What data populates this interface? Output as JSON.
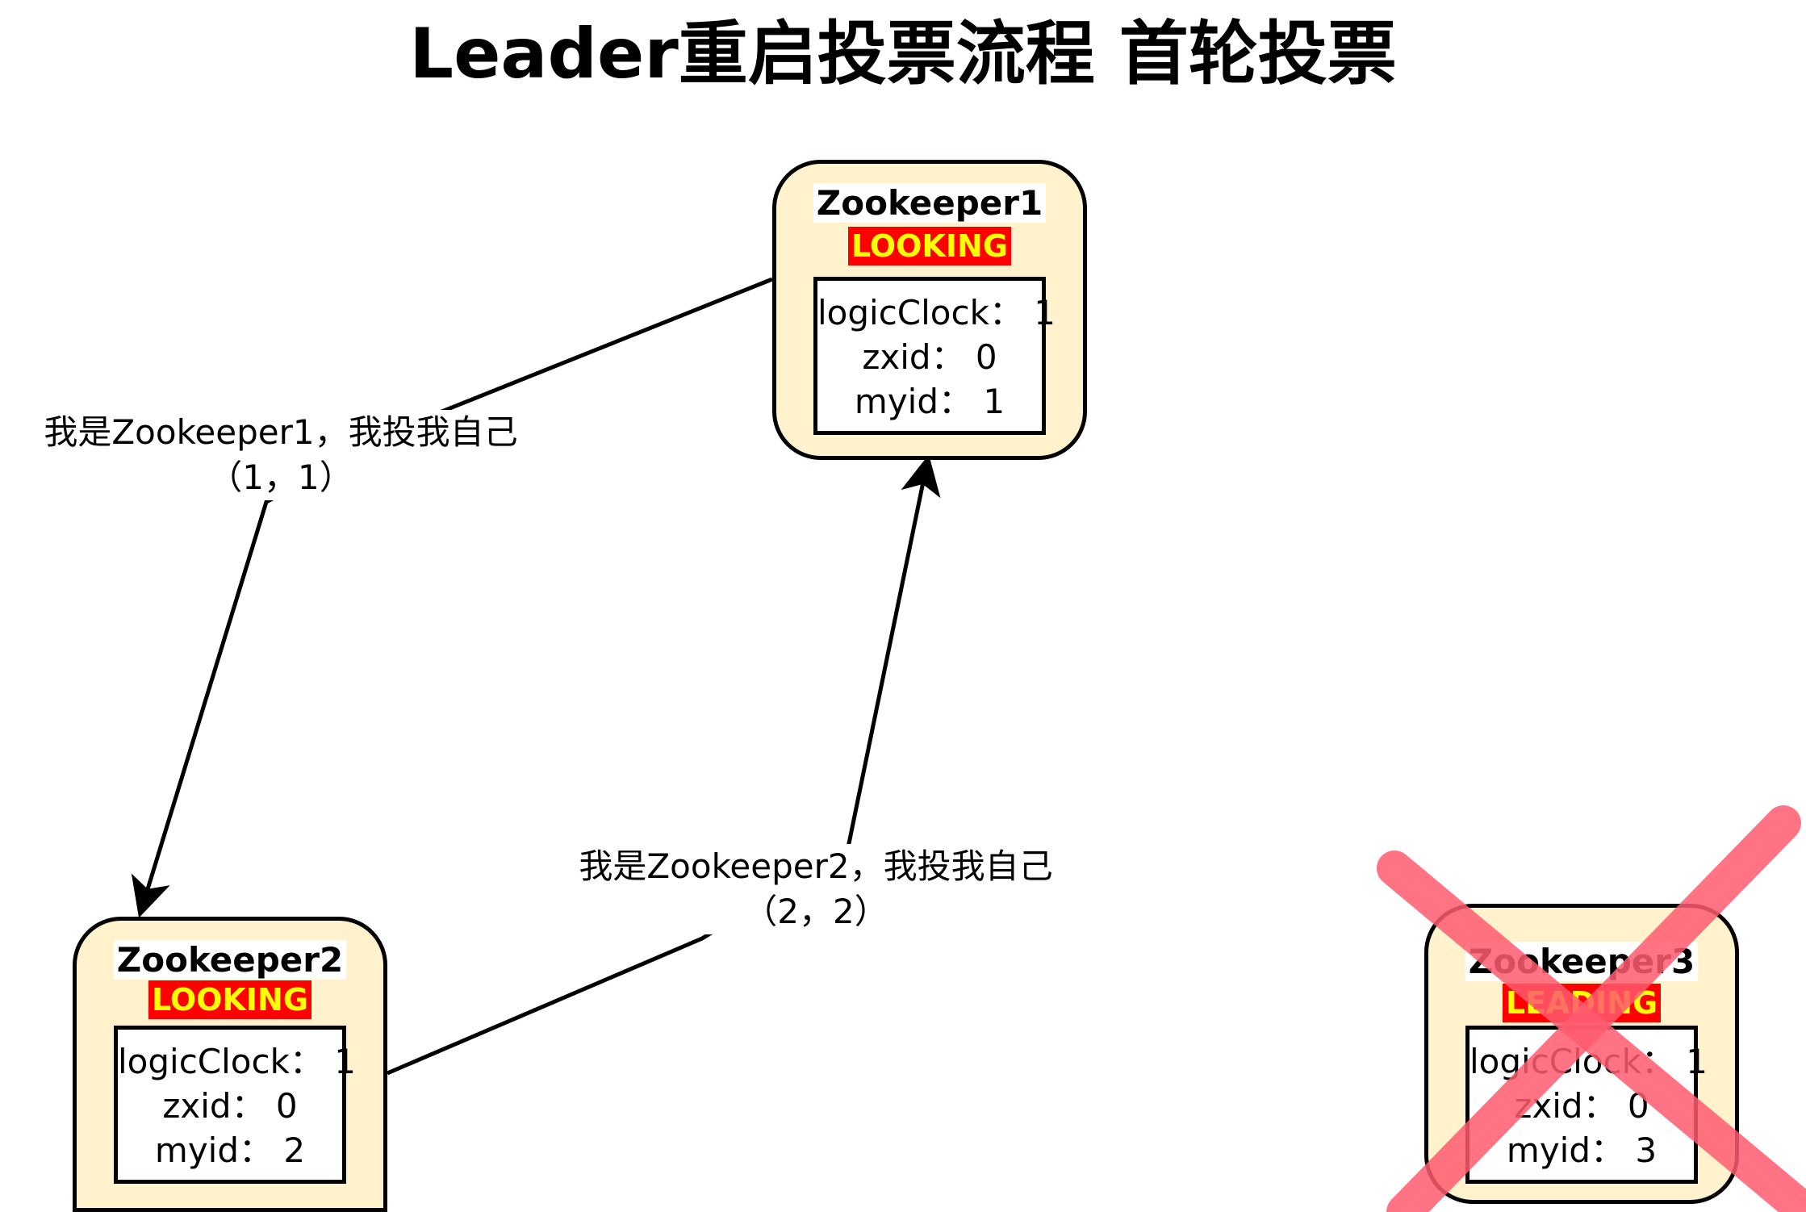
{
  "title": "Leader重启投票流程 首轮投票",
  "nodes": [
    {
      "name": "Zookeeper1",
      "status": "LOOKING",
      "logic_clock": "logicClock：  1",
      "zxid": "zxid：  0",
      "myid": "myid：  1"
    },
    {
      "name": "Zookeeper2",
      "status": "LOOKING",
      "logic_clock": "logicClock：  1",
      "zxid": "zxid：  0",
      "myid": "myid：  2"
    },
    {
      "name": "Zookeeper3",
      "status": "LEADING",
      "logic_clock": "logicClock：  1",
      "zxid": "zxid：  0",
      "myid": "myid：  3"
    }
  ],
  "edges": [
    {
      "line1": "我是Zookeeper1，我投我自己",
      "line2": "（1，1）"
    },
    {
      "line1": "我是Zookeeper2，我投我自己",
      "line2": "（2，2）"
    }
  ],
  "colors": {
    "node_fill": "#fff2cc",
    "status_bg": "#ff0000",
    "status_text": "#ffff00",
    "cross": "#ff5a6e"
  },
  "icons": {
    "failed_marker": "cross-icon"
  }
}
